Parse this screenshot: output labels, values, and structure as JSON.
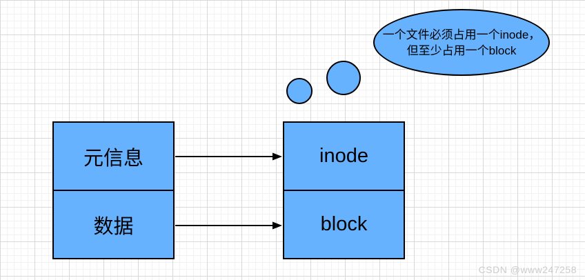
{
  "diagram": {
    "left_box": {
      "top_label": "元信息",
      "bottom_label": "数据"
    },
    "right_box": {
      "top_label": "inode",
      "bottom_label": "block"
    },
    "thought_bubble": {
      "line1": "一个文件必须占用一个inode，",
      "line2": "但至少占用一个block"
    },
    "colors": {
      "shape_fill": "#66B2FF",
      "shape_stroke": "#000000",
      "grid_major": "#d9d9d9",
      "grid_minor": "#f2f2f2"
    }
  },
  "watermark": {
    "text": "CSDN @www247258"
  }
}
